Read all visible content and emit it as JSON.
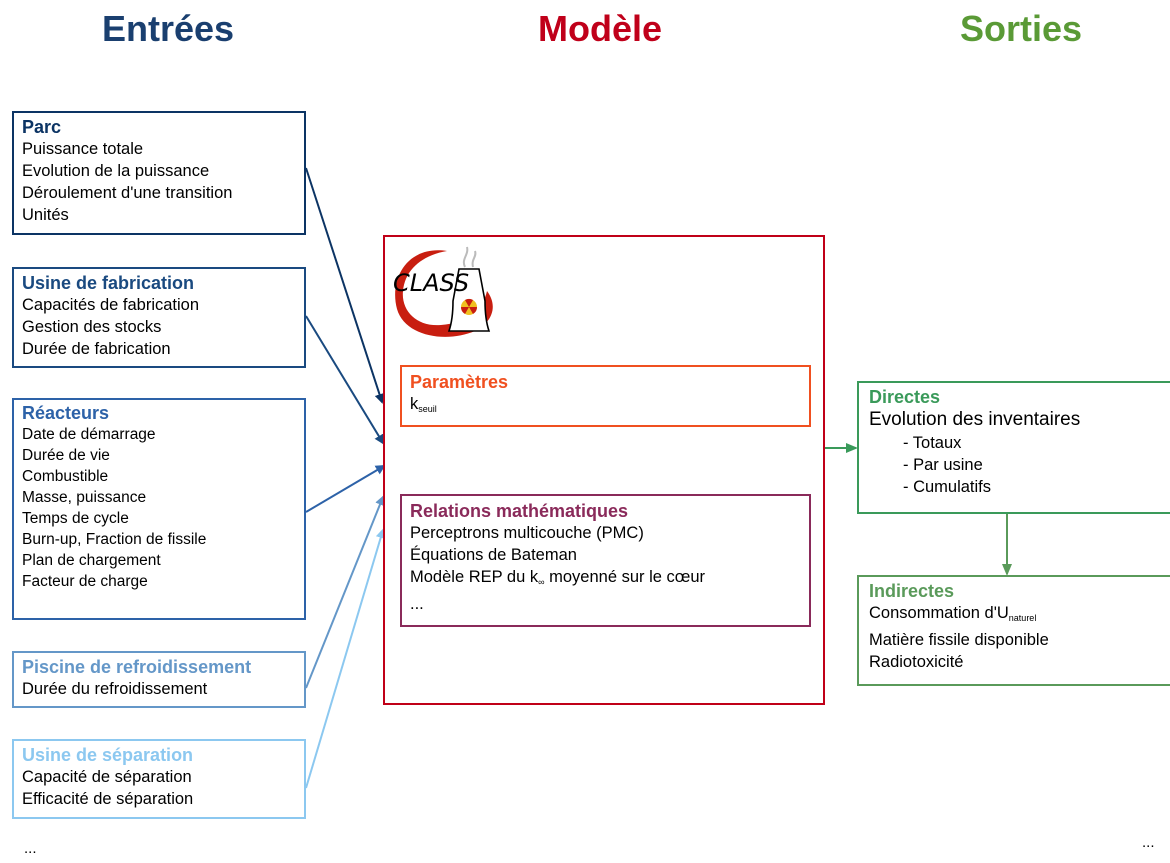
{
  "headers": {
    "inputs": "Entrées",
    "model": "Modèle",
    "outputs": "Sorties"
  },
  "colors": {
    "inputs_title": "#1a3f6f",
    "model_title": "#c0001a",
    "outputs_title": "#5a9a36",
    "parc": "#0c3464",
    "usine_fab": "#1a4a80",
    "reacteurs": "#2d62a8",
    "piscine": "#6497c8",
    "usine_sep": "#8cc8f0",
    "model_border": "#c00018",
    "parametres": "#f05020",
    "relations": "#8a2a5a",
    "directes": "#3a9a5a",
    "indirectes": "#5a9a5a"
  },
  "inputs": {
    "parc": {
      "title": "Parc",
      "lines": [
        "Puissance totale",
        "Evolution de la puissance",
        "Déroulement d'une transition",
        "Unités"
      ]
    },
    "usine_fabrication": {
      "title": "Usine de fabrication",
      "lines": [
        "Capacités de fabrication",
        "Gestion des stocks",
        "Durée de fabrication"
      ]
    },
    "reacteurs": {
      "title": "Réacteurs",
      "lines": [
        "Date de démarrage",
        "Durée de vie",
        "Combustible",
        "Masse, puissance",
        "Temps de cycle",
        "Burn-up, Fraction de fissile",
        "Plan de chargement",
        "Facteur de charge"
      ]
    },
    "piscine": {
      "title": "Piscine de refroidissement",
      "lines": [
        "Durée du refroidissement"
      ]
    },
    "usine_separation": {
      "title": "Usine de séparation",
      "lines": [
        "Capacité de séparation",
        "Efficacité de séparation"
      ]
    },
    "more": "..."
  },
  "model": {
    "logo_text": "CLASS",
    "parametres": {
      "title": "Paramètres",
      "k_base": "k",
      "k_sub": "seuil"
    },
    "relations": {
      "title": "Relations mathématiques",
      "line1": "Perceptrons multicouche (PMC)",
      "line2": "Équations de Bateman",
      "line3_a": "Modèle REP du k",
      "line3_sub": "∞",
      "line3_b": " moyenné sur le cœur",
      "line4": "..."
    }
  },
  "outputs": {
    "directes": {
      "title": "Directes",
      "line1": "Evolution des inventaires",
      "items": [
        "- Totaux",
        "- Par usine",
        "- Cumulatifs"
      ]
    },
    "indirectes": {
      "title": "Indirectes",
      "line1_a": "Consommation d'U",
      "line1_sub": "naturel",
      "line2": "Matière fissile disponible",
      "line3": "Radiotoxicité"
    },
    "more": "..."
  }
}
